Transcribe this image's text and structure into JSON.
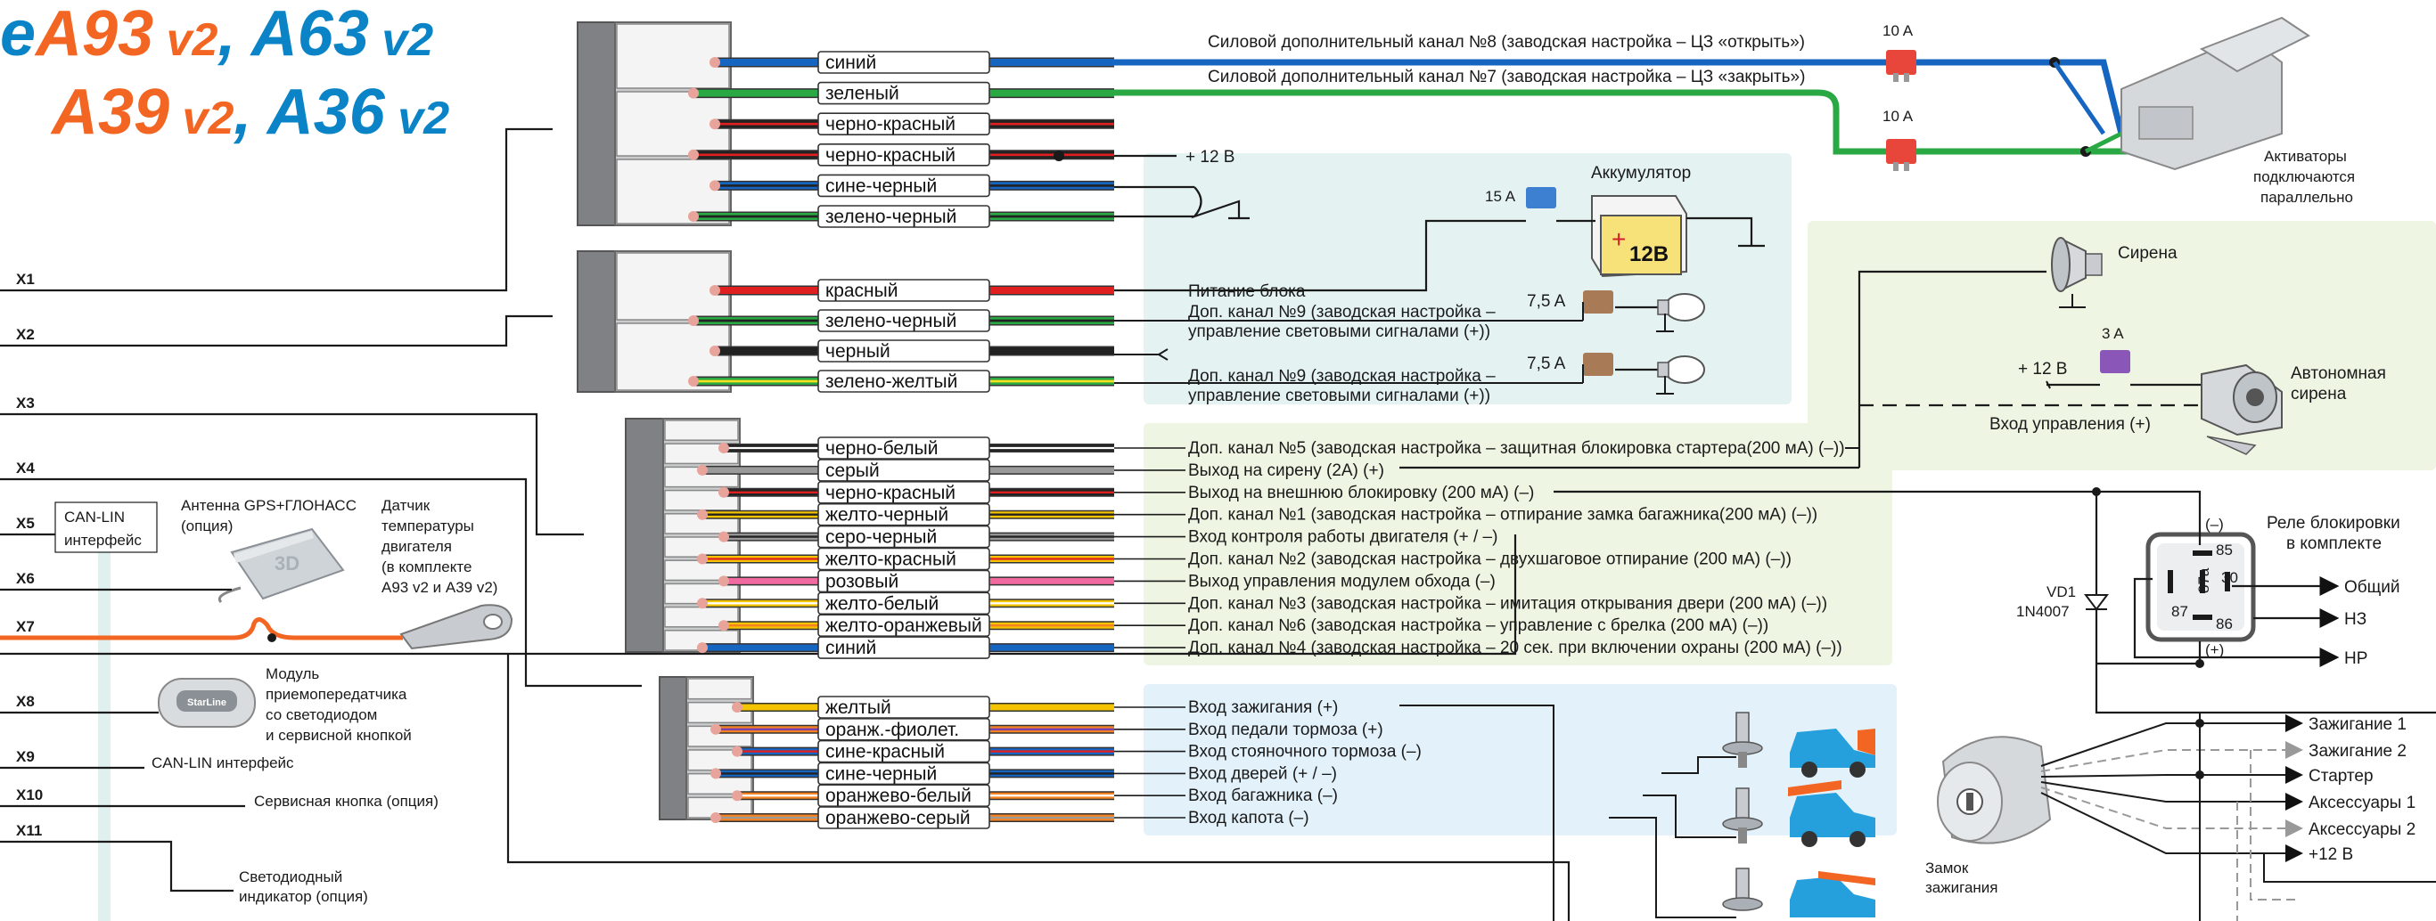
{
  "header": {
    "models_line1": [
      {
        "text": "e",
        "color": "#0a84c6"
      },
      {
        "text": "A93",
        "color": "#f26522"
      },
      {
        "text": " v2",
        "color": "#f26522",
        "small": true
      },
      {
        "text": ", ",
        "color": "#0a84c6"
      },
      {
        "text": "A63",
        "color": "#0a84c6"
      },
      {
        "text": " v2",
        "color": "#0a84c6",
        "small": true
      }
    ],
    "models_line2": [
      {
        "text": "A39",
        "color": "#f26522"
      },
      {
        "text": " v2",
        "color": "#f26522",
        "small": true
      },
      {
        "text": ", ",
        "color": "#0a84c6"
      },
      {
        "text": "A36",
        "color": "#0a84c6"
      },
      {
        "text": " v2",
        "color": "#0a84c6",
        "small": true
      }
    ]
  },
  "connectors_left": [
    "X1",
    "X2",
    "X3",
    "X4",
    "X5",
    "X6",
    "X7",
    "X8",
    "X9",
    "X10",
    "X11"
  ],
  "left_labels": {
    "canlin_box": [
      "CAN-LIN",
      "интерфейс"
    ],
    "gps": [
      "Антенна GPS+ГЛОНАСС",
      "(опция)"
    ],
    "temp_sensor": [
      "Датчик",
      "температуры",
      "двигателя",
      "(в комплекте",
      "A93 v2 и A39 v2)"
    ],
    "module": [
      "Модуль",
      "приемопередатчика",
      "со светодиодом",
      "и сервисной кнопкой"
    ],
    "module_brand": "StarLine",
    "canlin_x9": "CAN-LIN интерфейс",
    "service_button": "Сервисная кнопка (опция)",
    "led": [
      "Светодиодный",
      "индикатор (опция)"
    ]
  },
  "connector1_wires": [
    {
      "label": "синий",
      "color": "#1665c0",
      "stripe": null
    },
    {
      "label": "зеленый",
      "color": "#2aa844",
      "stripe": null
    },
    {
      "label": "черно-красный",
      "color": "#222222",
      "stripe": "#e02020"
    },
    {
      "label": "черно-красный",
      "color": "#222222",
      "stripe": "#e02020"
    },
    {
      "label": "сине-черный",
      "color": "#1665c0",
      "stripe": "#222222"
    },
    {
      "label": "зелено-черный",
      "color": "#2aa844",
      "stripe": "#222222"
    }
  ],
  "connector1_desc": [
    "Силовой дополнительный канал №8 (заводская настройка – ЦЗ «открыть»)",
    "Силовой дополнительный канал №7 (заводская настройка – ЦЗ «закрыть»)"
  ],
  "plus12": "+ 12 В",
  "fuse_10a": "10 A",
  "actuators": [
    "Активаторы",
    "подключаются",
    "параллельно"
  ],
  "battery": {
    "title": "Аккумулятор",
    "fuse": "15 A",
    "voltage": "12В"
  },
  "connector2_wires": [
    {
      "label": "красный",
      "color": "#e02020",
      "stripe": null
    },
    {
      "label": "зелено-черный",
      "color": "#2aa844",
      "stripe": "#222222"
    },
    {
      "label": "черный",
      "color": "#222222",
      "stripe": null
    },
    {
      "label": "зелено-желтый",
      "color": "#2aa844",
      "stripe": "#f5e020"
    }
  ],
  "connector2_desc": {
    "power": "Питание блока",
    "ch9a": [
      "Доп. канал №9 (заводская настройка –",
      "управление световыми сигналами (+))"
    ],
    "ch9b": [
      "Доп. канал №9 (заводская настройка –",
      "управление световыми сигналами (+))"
    ],
    "fuse_75": "7,5 A"
  },
  "siren": {
    "title": "Сирена",
    "auto_title": [
      "Автономная",
      "сирена"
    ],
    "fuse": "3 A",
    "plus": "+ 12 В",
    "control_input": "Вход управления (+)"
  },
  "connector3_wires": [
    {
      "label": "черно-белый",
      "color": "#222222",
      "stripe": "#ffffff",
      "desc": "Доп. канал №5 (заводская настройка – защитная блокировка стартера(200 мА) (–))"
    },
    {
      "label": "серый",
      "color": "#9a9a9a",
      "stripe": null,
      "desc": "Выход на сирену (2А) (+)"
    },
    {
      "label": "черно-красный",
      "color": "#222222",
      "stripe": "#e02020",
      "desc": "Выход на  внешнюю блокировку (200 мА) (–)"
    },
    {
      "label": "желто-черный",
      "color": "#f5c400",
      "stripe": "#222222",
      "desc": "Доп. канал №1 (заводская настройка – отпирание замка багажника(200 мА) (–))"
    },
    {
      "label": "серо-черный",
      "color": "#9a9a9a",
      "stripe": "#222222",
      "desc": "Вход контроля работы двигателя (+ / –)"
    },
    {
      "label": "желто-красный",
      "color": "#f5c400",
      "stripe": "#e02020",
      "desc": "Доп. канал №2 (заводская настройка – двухшаговое отпирание (200 мА) (–))"
    },
    {
      "label": "розовый",
      "color": "#f06aa0",
      "stripe": null,
      "desc": "Выход управления модулем обхода (–)"
    },
    {
      "label": "желто-белый",
      "color": "#f5c400",
      "stripe": "#ffffff",
      "desc": "Доп. канал №3 (заводская настройка – имитация открывания двери (200 мА) (–))"
    },
    {
      "label": "желто-оранжевый",
      "color": "#f5c400",
      "stripe": "#f58220",
      "desc": "Доп. канал №6 (заводская настройка – управление с брелка (200 мА) (–))"
    },
    {
      "label": "синий",
      "color": "#1665c0",
      "stripe": null,
      "desc": "Доп. канал №4 (заводская настройка – 20 сек. при включении охраны (200 мА) (–))"
    }
  ],
  "relay": {
    "title": [
      "Реле блокировки",
      "в комплекте"
    ],
    "pins": [
      "85",
      "30",
      "87a",
      "87",
      "86"
    ],
    "minus": "(–)",
    "plus": "(+)",
    "outputs": [
      "Общий",
      "НЗ",
      "НР"
    ],
    "diode": [
      "VD1",
      "1N4007"
    ]
  },
  "connector4_wires": [
    {
      "label": "желтый",
      "color": "#f5c400",
      "stripe": null,
      "desc": "Вход зажигания (+)"
    },
    {
      "label": "оранж.-фиолет.",
      "color": "#f58220",
      "stripe": "#7a3fb0",
      "desc": "Вход педали тормоза (+)"
    },
    {
      "label": "сине-красный",
      "color": "#1665c0",
      "stripe": "#e02020",
      "desc": "Вход стояночного тормоза (–)"
    },
    {
      "label": "сине-черный",
      "color": "#1665c0",
      "stripe": "#222222",
      "desc": "Вход дверей (+ / –)"
    },
    {
      "label": "оранжево-белый",
      "color": "#f58220",
      "stripe": "#ffffff",
      "desc": "Вход багажника (–)"
    },
    {
      "label": "оранжево-серый",
      "color": "#f58220",
      "stripe": "#9a9a9a",
      "desc": "Вход капота (–)"
    }
  ],
  "ignition": {
    "title": [
      "Замок",
      "зажигания"
    ],
    "outputs": [
      {
        "label": "Зажигание 1",
        "dim": false
      },
      {
        "label": "Зажигание 2",
        "dim": true
      },
      {
        "label": "Стартер",
        "dim": false
      },
      {
        "label": "Аксессуары 1",
        "dim": false
      },
      {
        "label": "Аксессуары 2",
        "dim": true
      },
      {
        "label": "+12 В",
        "dim": false
      }
    ]
  },
  "colors": {
    "panel_teal": "#e4f3f2",
    "panel_green": "#eef5e3",
    "panel_blue": "#e2f1fa",
    "fuse_red": "#e8463a",
    "fuse_blue": "#3d7fd0",
    "fuse_brown": "#a87a55",
    "fuse_purple": "#8a56b8"
  }
}
